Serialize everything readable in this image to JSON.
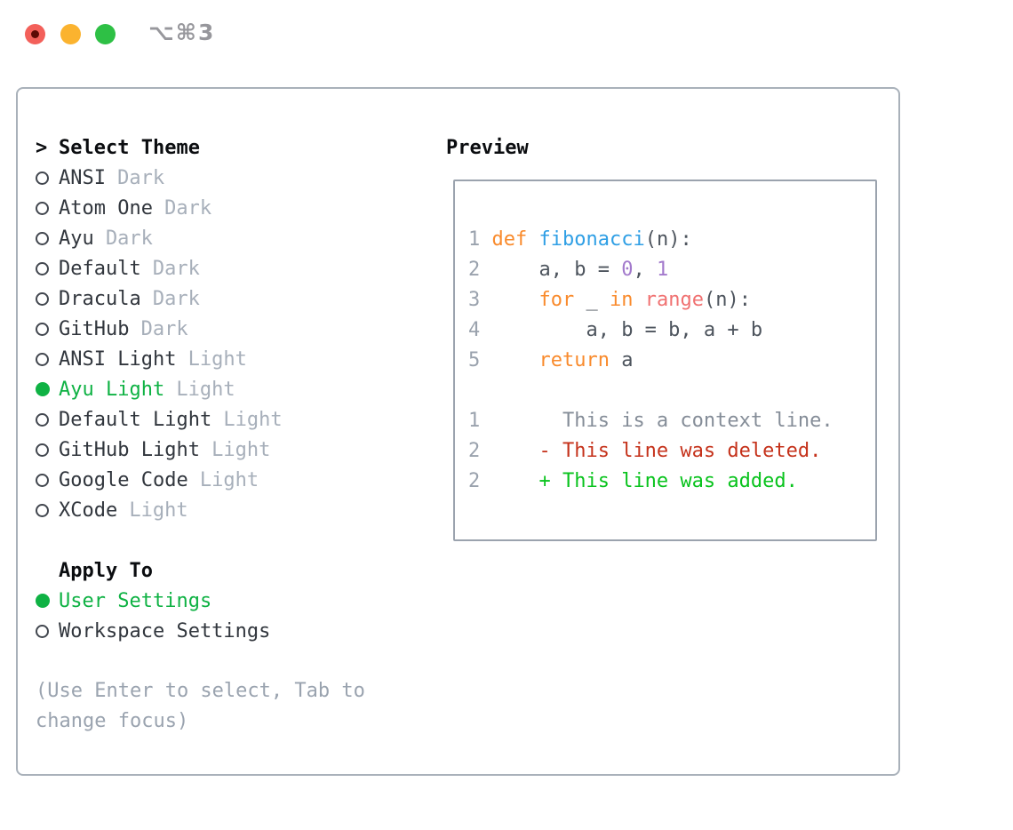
{
  "window": {
    "title": "⌥⌘3"
  },
  "colors": {
    "traffic_red": "#f3605a",
    "traffic_red_dot": "#5d0a05",
    "traffic_yellow": "#fbb32f",
    "traffic_green": "#2ec045",
    "title": "#97979c",
    "panel_border": "#a9b1ba",
    "preview_border": "#9ba3ae",
    "header_text": "#0b0d10",
    "item_text": "#31363d",
    "tag_text": "#a7afba",
    "radio_ring": "#42474f",
    "selection_green": "#0fb244",
    "hint_text": "#9aa3af",
    "gutter": "#9aa2ad",
    "fg": "#4d545d",
    "keyword": "#f98b2d",
    "function": "#2f9fe5",
    "number": "#a37acc",
    "coral": "#f07171",
    "context": "#858d98",
    "deleted": "#c5321b",
    "added": "#09c31d"
  },
  "theme_panel": {
    "prompt": ">",
    "header": "Select Theme",
    "items": [
      {
        "label": "ANSI",
        "tag": "Dark",
        "selected": false
      },
      {
        "label": "Atom One",
        "tag": "Dark",
        "selected": false
      },
      {
        "label": "Ayu",
        "tag": "Dark",
        "selected": false
      },
      {
        "label": "Default",
        "tag": "Dark",
        "selected": false
      },
      {
        "label": "Dracula",
        "tag": "Dark",
        "selected": false
      },
      {
        "label": "GitHub",
        "tag": "Dark",
        "selected": false
      },
      {
        "label": "ANSI Light",
        "tag": "Light",
        "selected": false
      },
      {
        "label": "Ayu Light",
        "tag": "Light",
        "selected": true
      },
      {
        "label": "Default Light",
        "tag": "Light",
        "selected": false
      },
      {
        "label": "GitHub Light",
        "tag": "Light",
        "selected": false
      },
      {
        "label": "Google Code",
        "tag": "Light",
        "selected": false
      },
      {
        "label": "XCode",
        "tag": "Light",
        "selected": false
      }
    ],
    "apply_to": {
      "header": "Apply To",
      "options": [
        {
          "label": "User Settings",
          "selected": true
        },
        {
          "label": "Workspace Settings",
          "selected": false
        }
      ]
    },
    "hint": "(Use Enter to select, Tab to change focus)"
  },
  "preview": {
    "header": "Preview",
    "lines": [
      [
        {
          "t": "1 ",
          "c": "gutter"
        },
        {
          "t": "def ",
          "c": "keyword"
        },
        {
          "t": "fibonacci",
          "c": "function"
        },
        {
          "t": "(n):",
          "c": "fg"
        }
      ],
      [
        {
          "t": "2 ",
          "c": "gutter"
        },
        {
          "t": "    a, b = ",
          "c": "fg"
        },
        {
          "t": "0",
          "c": "number"
        },
        {
          "t": ", ",
          "c": "fg"
        },
        {
          "t": "1",
          "c": "number"
        }
      ],
      [
        {
          "t": "3 ",
          "c": "gutter"
        },
        {
          "t": "    ",
          "c": "fg"
        },
        {
          "t": "for",
          "c": "keyword"
        },
        {
          "t": " _ ",
          "c": "fg"
        },
        {
          "t": "in",
          "c": "keyword"
        },
        {
          "t": " ",
          "c": "fg"
        },
        {
          "t": "range",
          "c": "coral"
        },
        {
          "t": "(n):",
          "c": "fg"
        }
      ],
      [
        {
          "t": "4 ",
          "c": "gutter"
        },
        {
          "t": "        a, b = b, a + b",
          "c": "fg"
        }
      ],
      [
        {
          "t": "5 ",
          "c": "gutter"
        },
        {
          "t": "    ",
          "c": "fg"
        },
        {
          "t": "return",
          "c": "keyword"
        },
        {
          "t": " a",
          "c": "fg"
        }
      ],
      [],
      [
        {
          "t": "1 ",
          "c": "gutter"
        },
        {
          "t": "      This is a context line.",
          "c": "context"
        }
      ],
      [
        {
          "t": "2 ",
          "c": "gutter"
        },
        {
          "t": "    - This line was deleted.",
          "c": "deleted"
        }
      ],
      [
        {
          "t": "2 ",
          "c": "gutter"
        },
        {
          "t": "    + This line was added.",
          "c": "added"
        }
      ]
    ]
  }
}
